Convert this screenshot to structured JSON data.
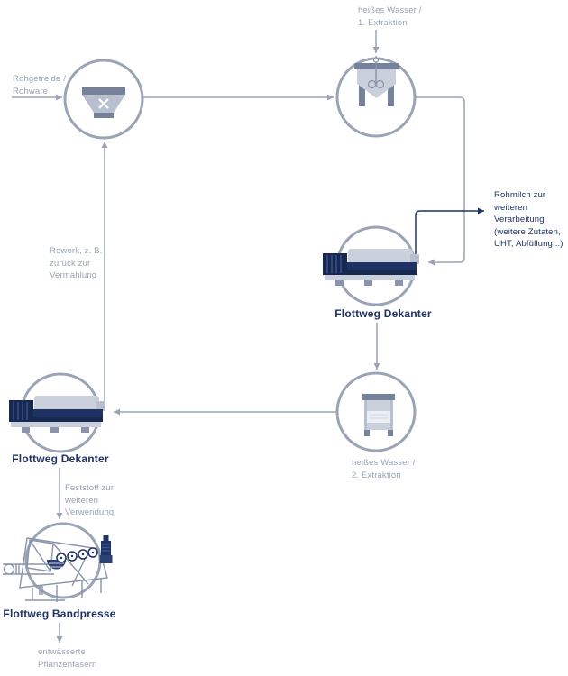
{
  "diagram_type": "process-flow",
  "labels": {
    "raw_material": "Rohgetreide /\nRohware",
    "hot_water_1": "heißes Wasser /\n1. Extraktion",
    "rework": "Rework, z. B.\nzurück zur\nVermahlung",
    "raw_milk": "Rohmilch zur\nweiteren\nVerarbeitung\n(weitere Zutaten,\nUHT, Abfüllung...)",
    "decanter_right": "Flottweg Dekanter",
    "decanter_left": "Flottweg Dekanter",
    "hot_water_2": "heißes Wasser /\n2. Extraktion",
    "solids": "Feststoff zur\nweiteren\nVerwendung",
    "belt_press": "Flottweg Bandpresse",
    "fibers": "entwässerte\nPflanzenfasern"
  },
  "nodes": [
    {
      "id": "mill",
      "icon": "mill-hopper-icon"
    },
    {
      "id": "mixing-tank",
      "icon": "agitator-tank-icon"
    },
    {
      "id": "decanter-right",
      "icon": "decanter-centrifuge-icon"
    },
    {
      "id": "extraction-tank",
      "icon": "extraction-tank-icon"
    },
    {
      "id": "decanter-left",
      "icon": "decanter-centrifuge-icon"
    },
    {
      "id": "belt-press",
      "icon": "belt-press-icon"
    }
  ],
  "flows": [
    {
      "from": "raw-material",
      "to": "mill"
    },
    {
      "from": "mill",
      "to": "mixing-tank"
    },
    {
      "from": "hot-water-1",
      "to": "mixing-tank"
    },
    {
      "from": "mixing-tank",
      "to": "decanter-right"
    },
    {
      "from": "decanter-right",
      "to": "raw-milk"
    },
    {
      "from": "decanter-right",
      "to": "extraction-tank"
    },
    {
      "from": "extraction-tank",
      "to": "decanter-left"
    },
    {
      "from": "decanter-left",
      "to": "mill-rework"
    },
    {
      "from": "decanter-left",
      "to": "belt-press"
    },
    {
      "from": "belt-press",
      "to": "fibers"
    }
  ],
  "colors": {
    "navy": "#1e3264",
    "slate": "#76829c",
    "machine_light": "#c9cfdb",
    "line": "#9aa4b6",
    "text_gray": "#98a2b4",
    "background": "#ffffff"
  }
}
